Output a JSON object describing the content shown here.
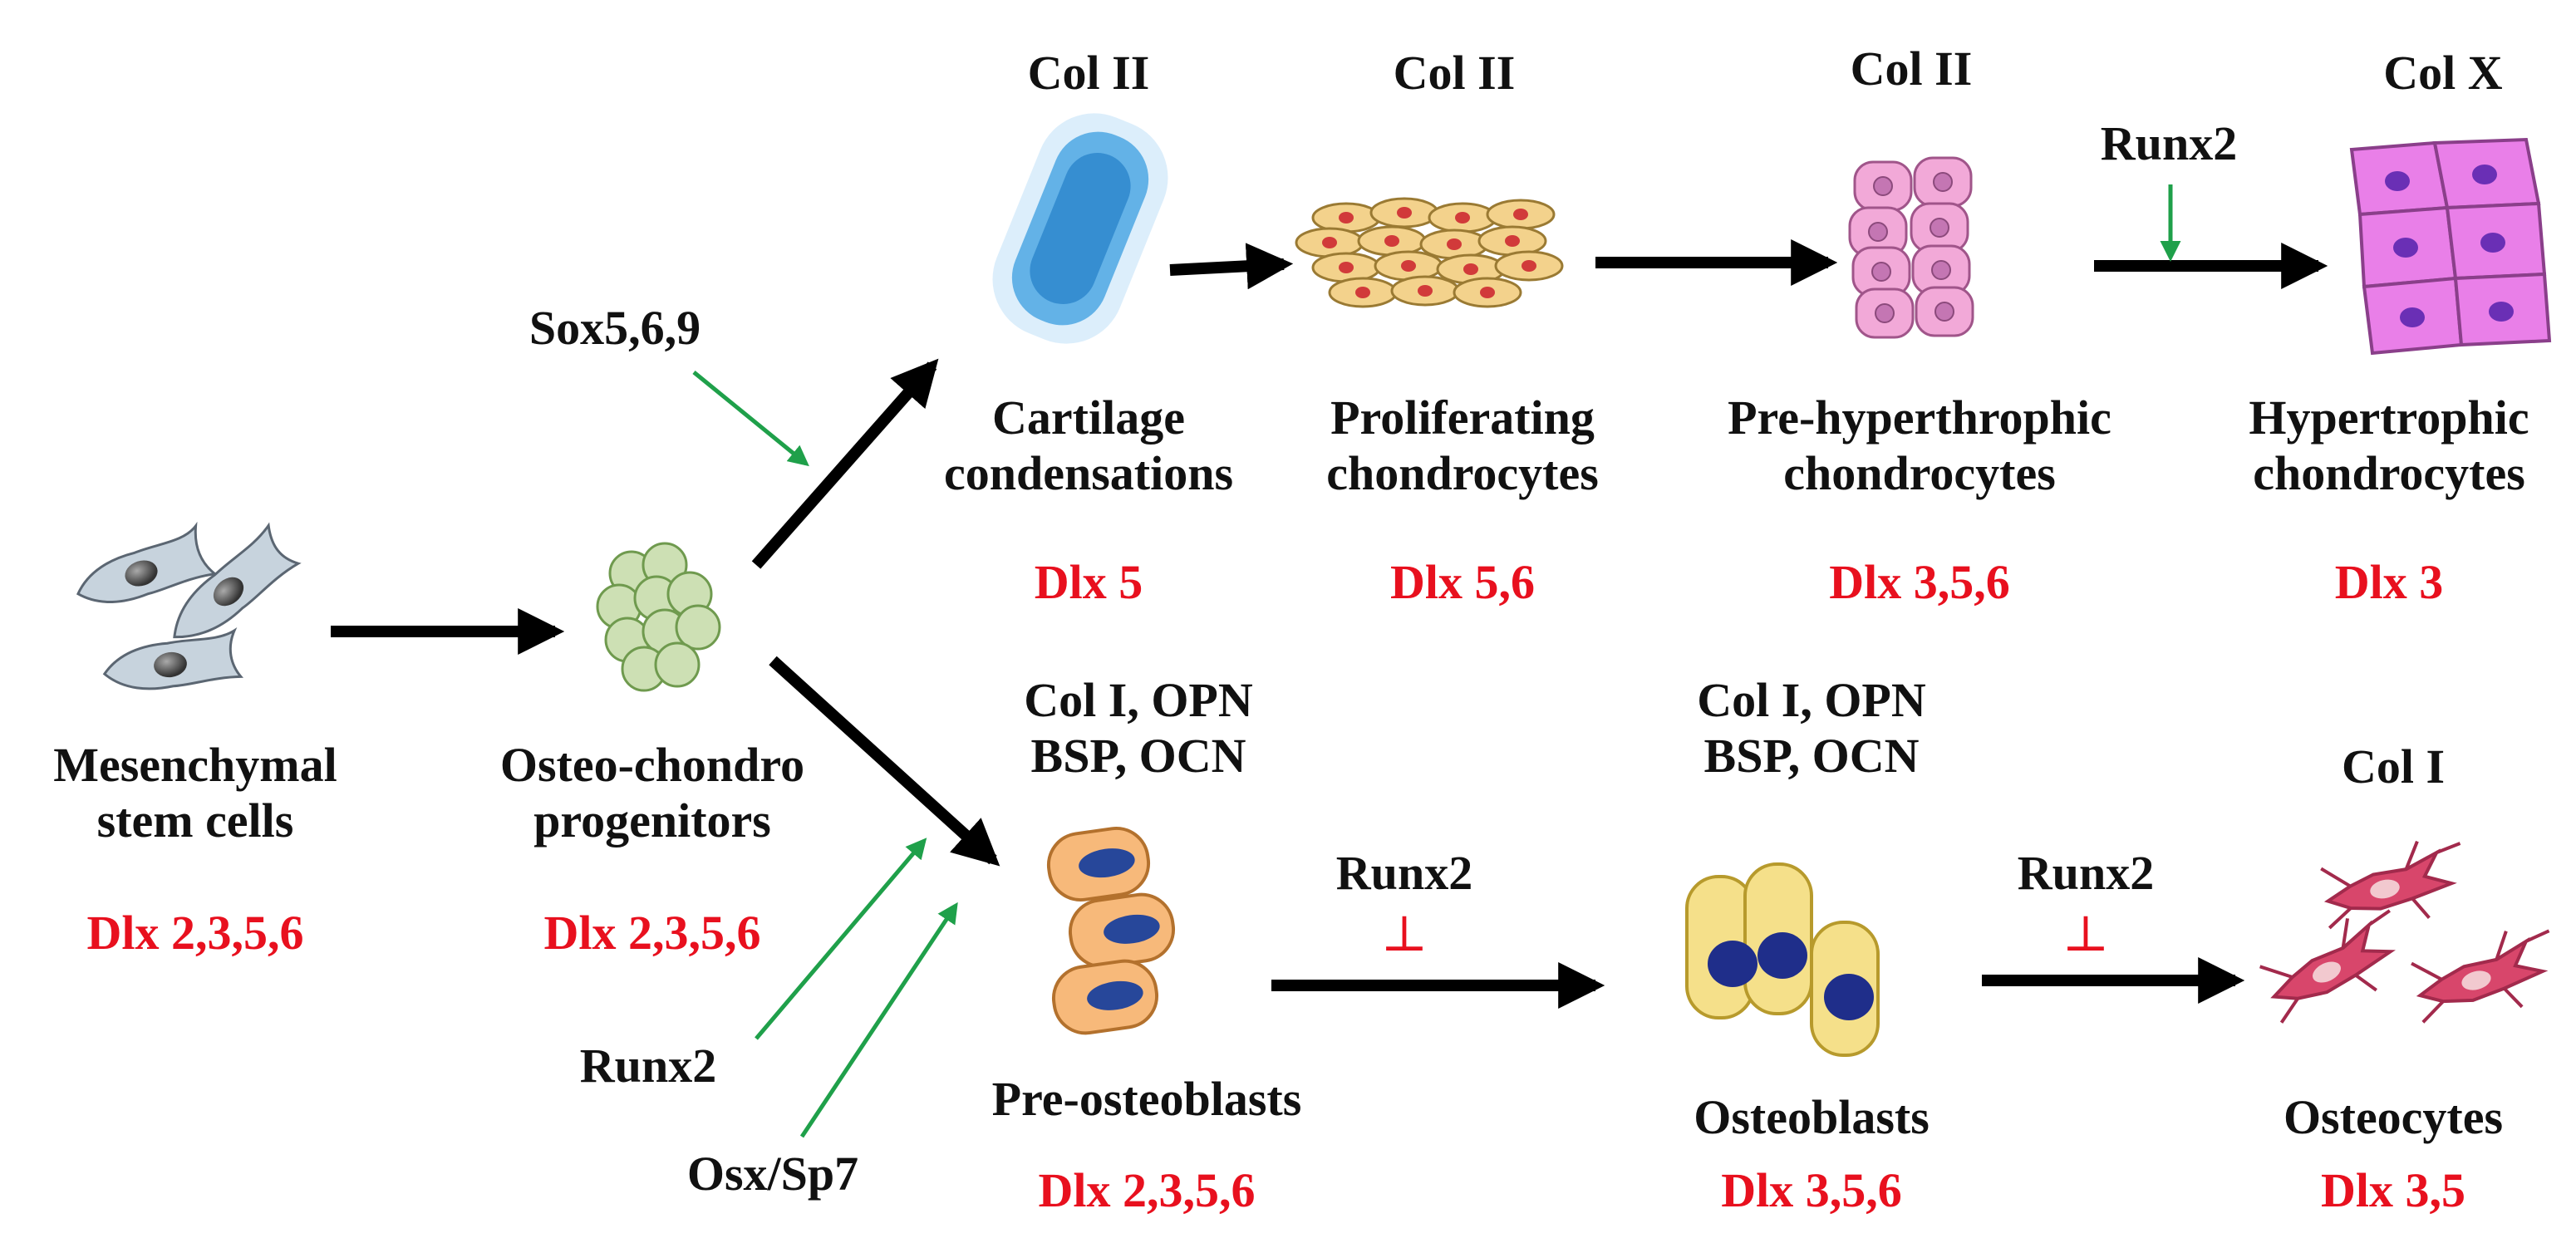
{
  "stages": {
    "msc": {
      "name_line1": "Mesenchymal",
      "name_line2": "stem cells",
      "dlx": "Dlx 2,3,5,6"
    },
    "ocp": {
      "name_line1": "Osteo-chondro",
      "name_line2": "progenitors",
      "dlx": "Dlx 2,3,5,6"
    },
    "cartilage": {
      "marker": "Col II",
      "name_line1": "Cartilage",
      "name_line2": "condensations",
      "dlx": "Dlx 5"
    },
    "proliferating": {
      "marker": "Col II",
      "name_line1": "Proliferating",
      "name_line2": "chondrocytes",
      "dlx": "Dlx 5,6"
    },
    "prehypertrophic": {
      "marker": "Col II",
      "name_line1": "Pre-hyperthrophic",
      "name_line2": "chondrocytes",
      "dlx": "Dlx 3,5,6"
    },
    "hypertrophic": {
      "marker": "Col X",
      "name_line1": "Hypertrophic",
      "name_line2": "chondrocytes",
      "dlx": "Dlx 3"
    },
    "preosteoblasts": {
      "marker_line1": "Col I, OPN",
      "marker_line2": "BSP, OCN",
      "name": "Pre-osteoblasts",
      "dlx": "Dlx 2,3,5,6"
    },
    "osteoblasts": {
      "marker_line1": "Col I, OPN",
      "marker_line2": "BSP, OCN",
      "name": "Osteoblasts",
      "dlx": "Dlx 3,5,6"
    },
    "osteocytes": {
      "marker": "Col I",
      "name": "Osteocytes",
      "dlx": "Dlx 3,5"
    }
  },
  "regulators": {
    "sox": "Sox5,6,9",
    "runx2_hypertrophic": "Runx2",
    "runx2_progenitor": "Runx2",
    "osx": "Osx/Sp7",
    "runx2_inhibit_1": "Runx2",
    "runx2_inhibit_2": "Runx2",
    "inhibit_symbol": "⊥"
  },
  "colors": {
    "dlx_text": "#e8101e",
    "main_arrow": "#000000",
    "activator_arrow": "#1fa04a",
    "msc_cell": "#c7d3dd",
    "progenitor_cell": "#cde0b4",
    "cartilage": "#3b9ee0",
    "proliferating_cell": "#f3d28c",
    "prehypertrophic_cell": "#f2a9d8",
    "hypertrophic_cell": "#e97fe8",
    "preosteoblast_cell": "#f7b97a",
    "osteoblast_cell": "#f5e08a",
    "osteocyte_cell": "#d8466b"
  }
}
